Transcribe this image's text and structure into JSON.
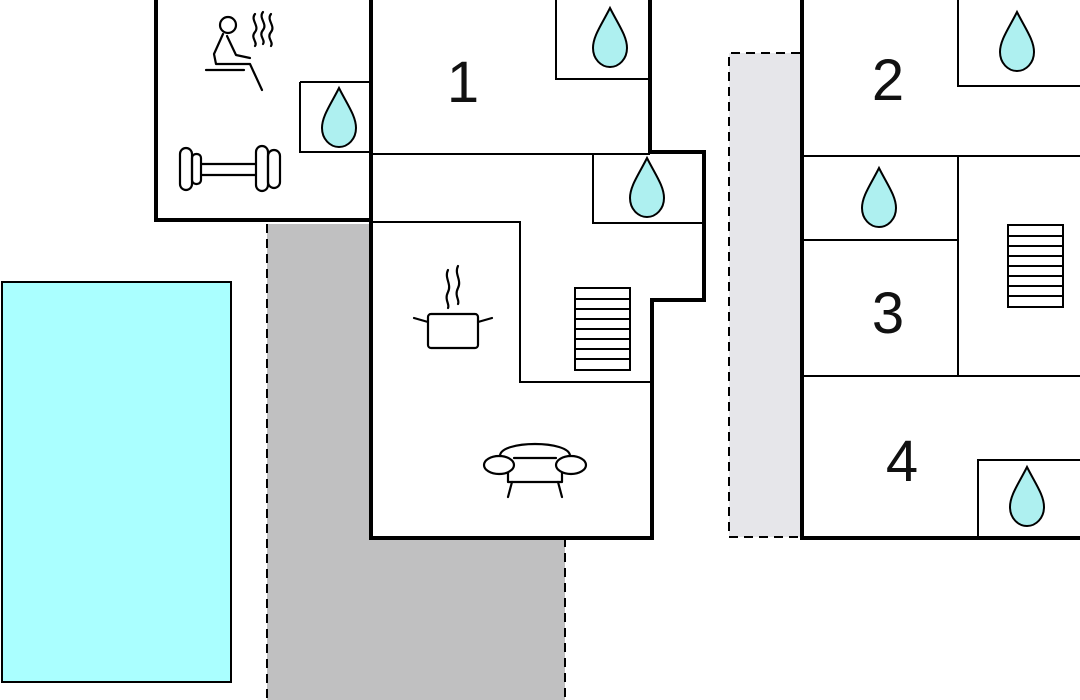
{
  "colors": {
    "pool": "#aaffff",
    "terrace": "#c0c0c1",
    "walkway": "#e6e6ea",
    "drop": "#aef0f0",
    "wall": "#000000",
    "background": "#ffffff"
  },
  "rooms": [
    {
      "number": "1"
    },
    {
      "number": "2"
    },
    {
      "number": "3"
    },
    {
      "number": "4"
    }
  ],
  "icons": [
    "sauna-icon",
    "dumbbell-icon",
    "water-drop-icon",
    "cooking-pot-icon",
    "staircase-icon",
    "sofa-icon"
  ]
}
